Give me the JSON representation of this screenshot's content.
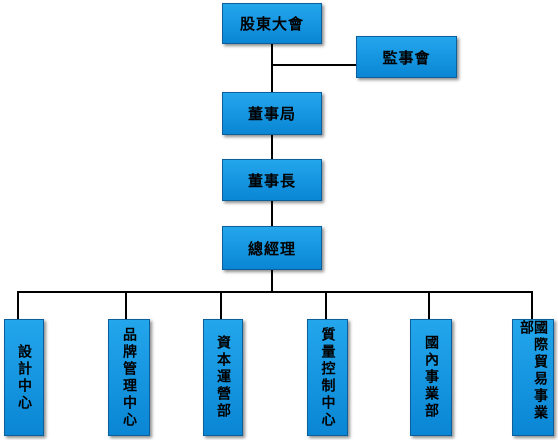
{
  "diagram": {
    "top_nodes": {
      "shareholders": "股東大會",
      "supervisors": "監事會",
      "board": "董事局",
      "chairman": "董事長",
      "general_manager": "總經理"
    },
    "departments": [
      "設計中心",
      "品牌管理中心",
      "資本運營部",
      "質量控制中心",
      "國內事業部",
      "國際貿易事業部"
    ],
    "colors": {
      "box_fill": "#1a9be2",
      "box_border": "#0b5f9a",
      "connector": "#000000",
      "text": "#000000"
    }
  }
}
